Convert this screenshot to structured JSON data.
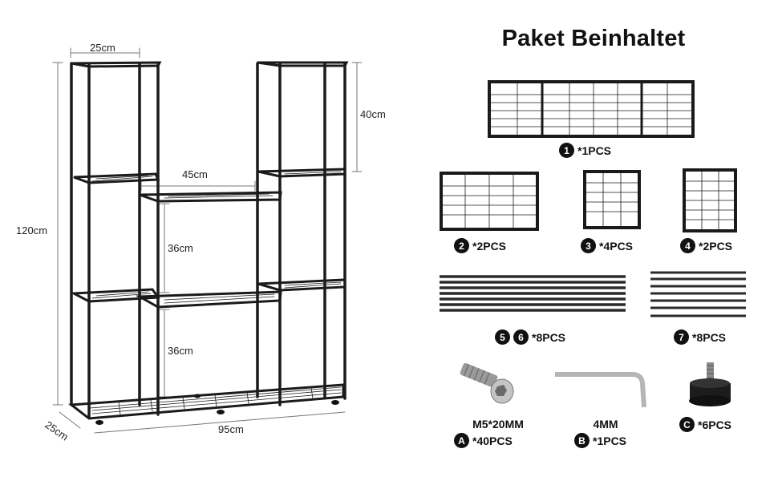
{
  "dimensions": {
    "top_width": "25cm",
    "height": "120cm",
    "tower_top": "40cm",
    "middle_width": "45cm",
    "gap_upper": "36cm",
    "gap_lower": "36cm",
    "depth": "25cm",
    "total_width": "95cm"
  },
  "package": {
    "title": "Paket Beinhaltet",
    "items": [
      {
        "badge": "1",
        "qty": "*1PCS"
      },
      {
        "badge": "2",
        "qty": "*2PCS"
      },
      {
        "badge": "3",
        "qty": "*4PCS"
      },
      {
        "badge": "4",
        "qty": "*2PCS"
      },
      {
        "badges": [
          "5",
          "6"
        ],
        "qty": "*8PCS"
      },
      {
        "badge": "7",
        "qty": "*8PCS"
      },
      {
        "name": "M5*20MM",
        "badge": "A",
        "qty": "*40PCS"
      },
      {
        "name": "4MM",
        "badge": "B",
        "qty": "*1PCS"
      },
      {
        "badge": "C",
        "qty": "*6PCS"
      }
    ]
  }
}
